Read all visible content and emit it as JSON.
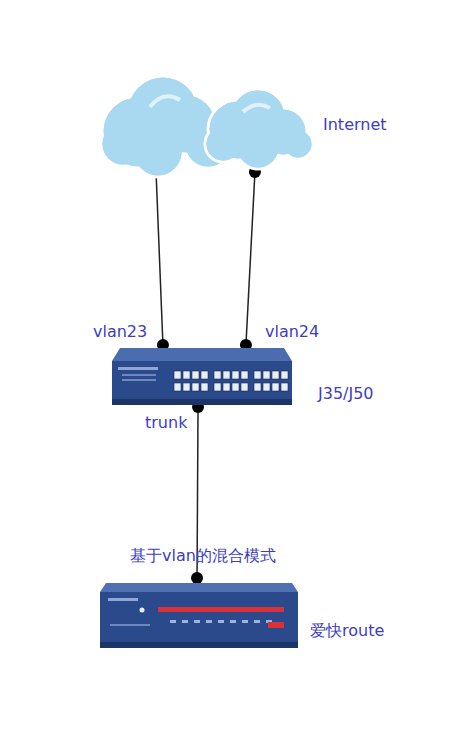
{
  "diagram": {
    "nodes": [
      {
        "text": [
          "Internet"
        ]
      },
      {
        "text": [
          "J35/J50"
        ]
      },
      {
        "text": [
          "爱快route"
        ]
      }
    ],
    "edges": [
      {
        "from": 0,
        "to": 1,
        "arrow": "none",
        "label": "vlan23"
      },
      {
        "from": 0,
        "to": 1,
        "arrow": "none",
        "label": "vlan24"
      },
      {
        "from": 1,
        "to": 2,
        "arrow": "none",
        "label": "trunk"
      }
    ],
    "labels": [
      "基于vlan的混合模式"
    ]
  }
}
